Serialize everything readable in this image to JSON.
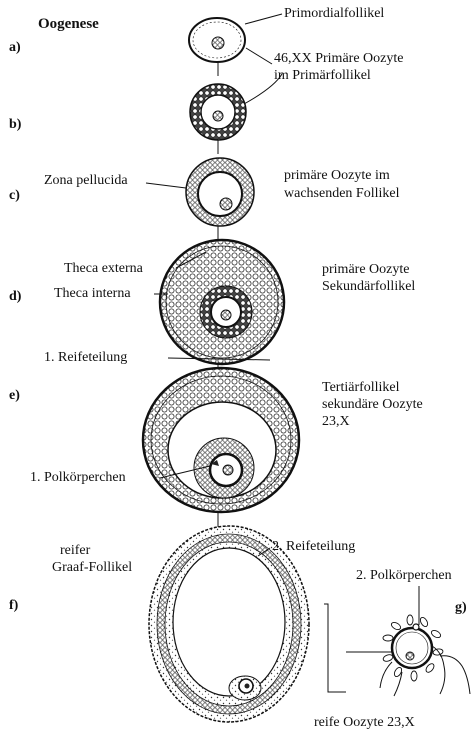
{
  "title": "Oogenese",
  "stages": {
    "a": "a)",
    "b": "b)",
    "c": "c)",
    "d": "d)",
    "e": "e)",
    "f": "f)",
    "g": "g)"
  },
  "labels": {
    "primordialfollikel": "Primordialfollikel",
    "primaere_oozyte_line1": "46,XX Primäre Oozyte",
    "primaere_oozyte_line2": "im Primärfollikel",
    "zona_pellucida": "Zona pellucida",
    "wachsend_line1": "primäre Oozyte im",
    "wachsend_line2": "wachsenden Follikel",
    "theca_externa": "Theca externa",
    "theca_interna": "Theca interna",
    "sekundaer_line1": "primäre Oozyte",
    "sekundaer_line2": "Sekundärfollikel",
    "reifeteilung_1": "1. Reifeteilung",
    "tertiaer_line1": "Tertiärfollikel",
    "tertiaer_line2": "sekundäre Oozyte",
    "tertiaer_line3": "23,X",
    "polkoerperchen_1": "1. Polkörperchen",
    "graaf_line1": "reifer",
    "graaf_line2": "Graaf-Follikel",
    "reifeteilung_2": "2. Reifeteilung",
    "polkoerperchen_2": "2. Polkörperchen",
    "reife_oozyte": "reife Oozyte 23,X"
  }
}
